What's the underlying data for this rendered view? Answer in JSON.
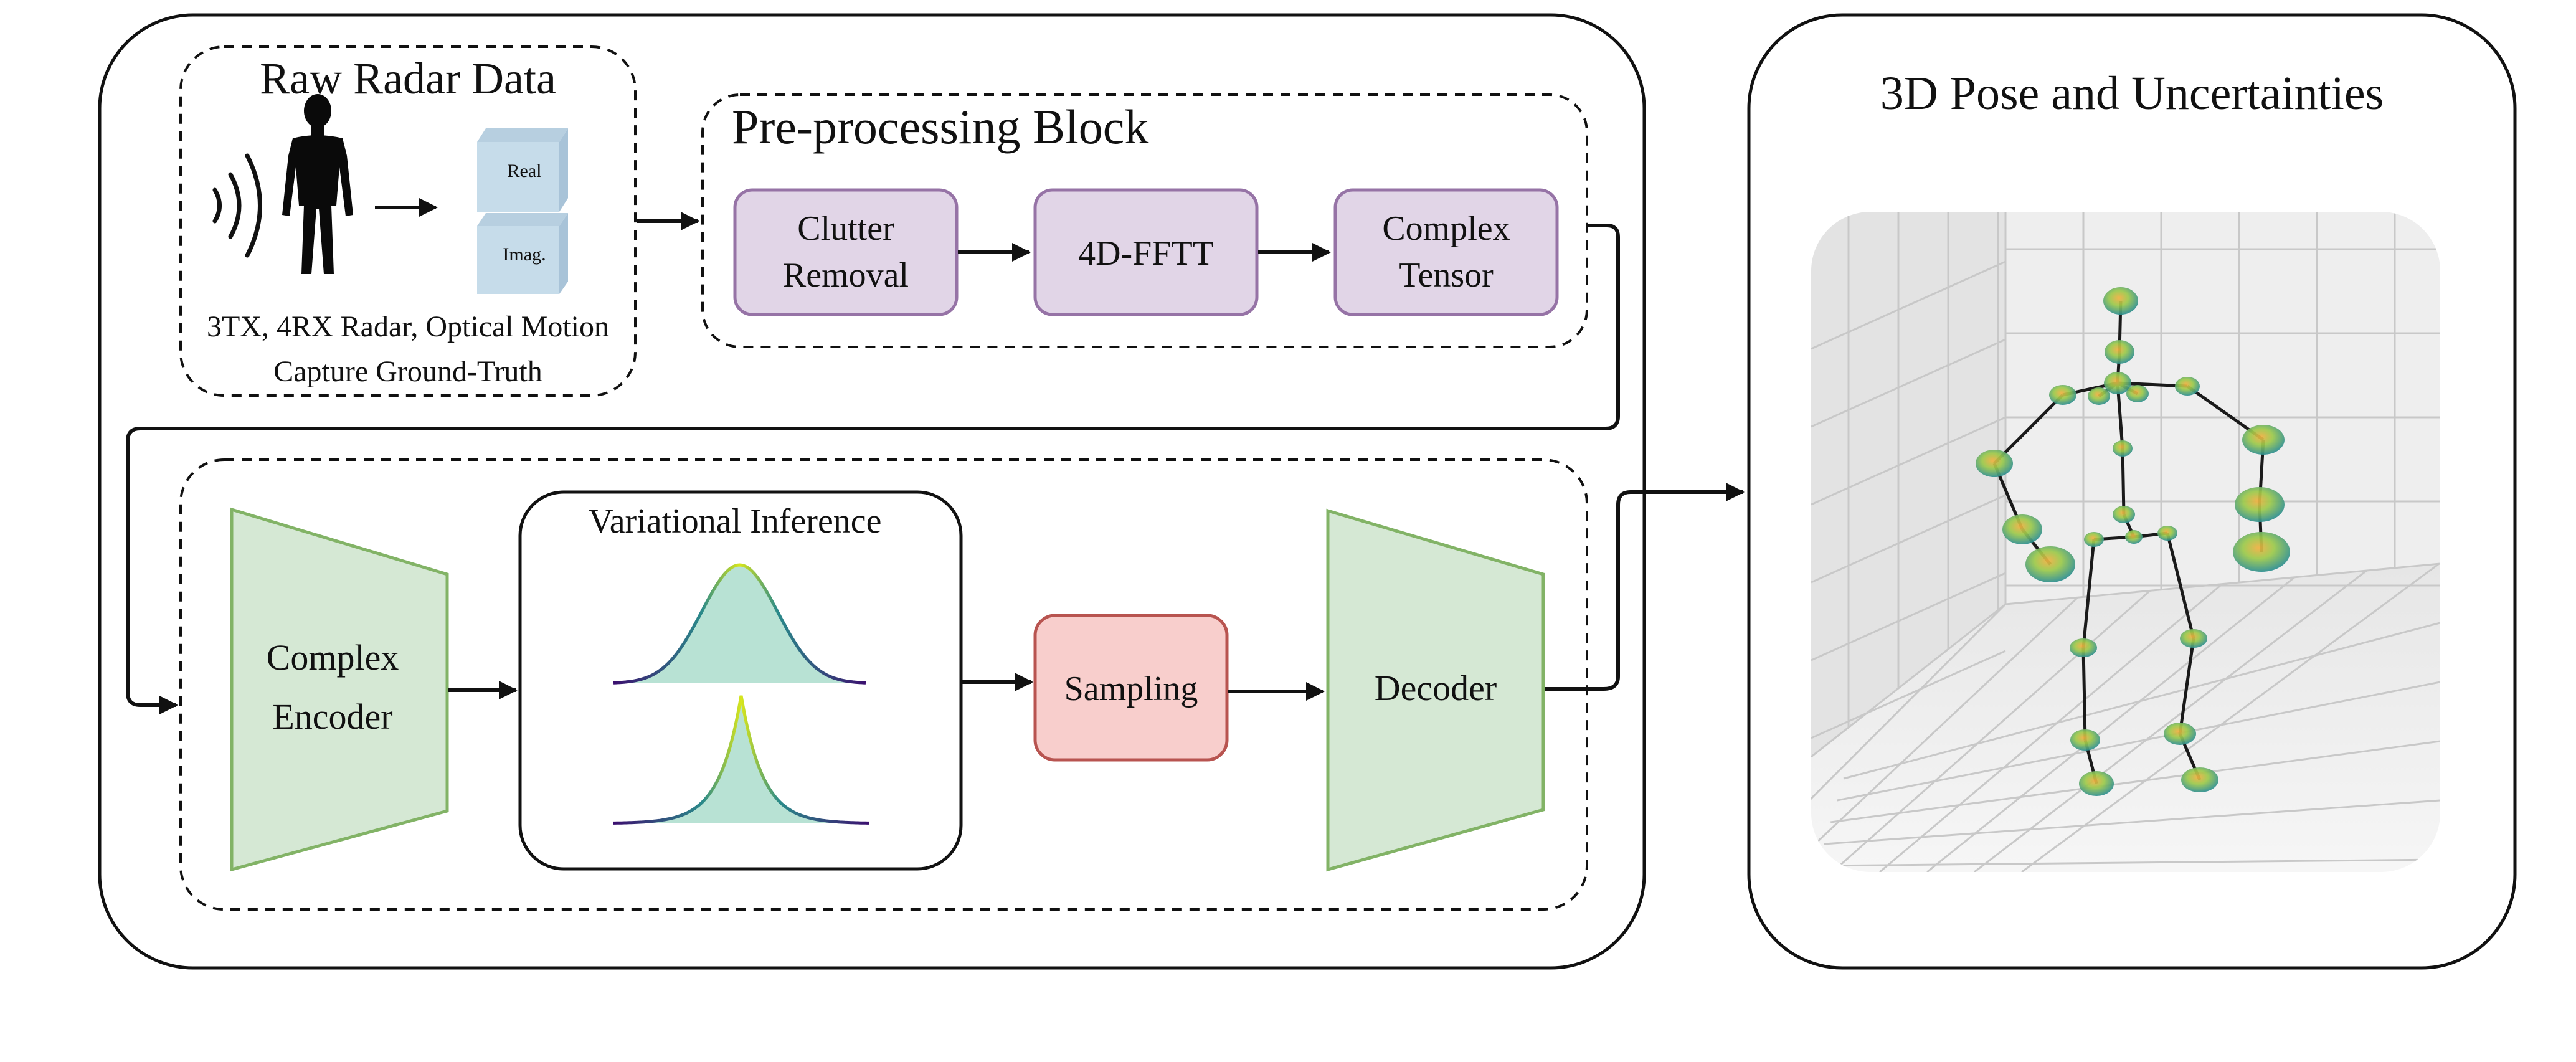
{
  "raw_radar": {
    "title": "Raw Radar Data",
    "real_label": "Real",
    "imag_label": "Imag.",
    "caption_line1": "3TX, 4RX Radar,  Optical Motion",
    "caption_line2": "Capture Ground-Truth"
  },
  "preprocessing": {
    "title": "Pre-processing Block",
    "clutter_line1": "Clutter",
    "clutter_line2": "Removal",
    "fft": "4D-FFTT",
    "tensor_line1": "Complex",
    "tensor_line2": "Tensor"
  },
  "model": {
    "encoder_line1": "Complex",
    "encoder_line2": "Encoder",
    "variational_title": "Variational Inference",
    "sampling": "Sampling",
    "decoder": "Decoder"
  },
  "output": {
    "title": "3D Pose and Uncertainties"
  },
  "colors": {
    "purple_fill": "#e1d5e7",
    "purple_stroke": "#9673a6",
    "green_fill": "#d5e8d4",
    "green_stroke": "#82b366",
    "red_fill": "#f8cecc",
    "red_stroke": "#b85450",
    "cube_face": "#c6dcea",
    "gaussian_fill": "#b8e2d4"
  }
}
